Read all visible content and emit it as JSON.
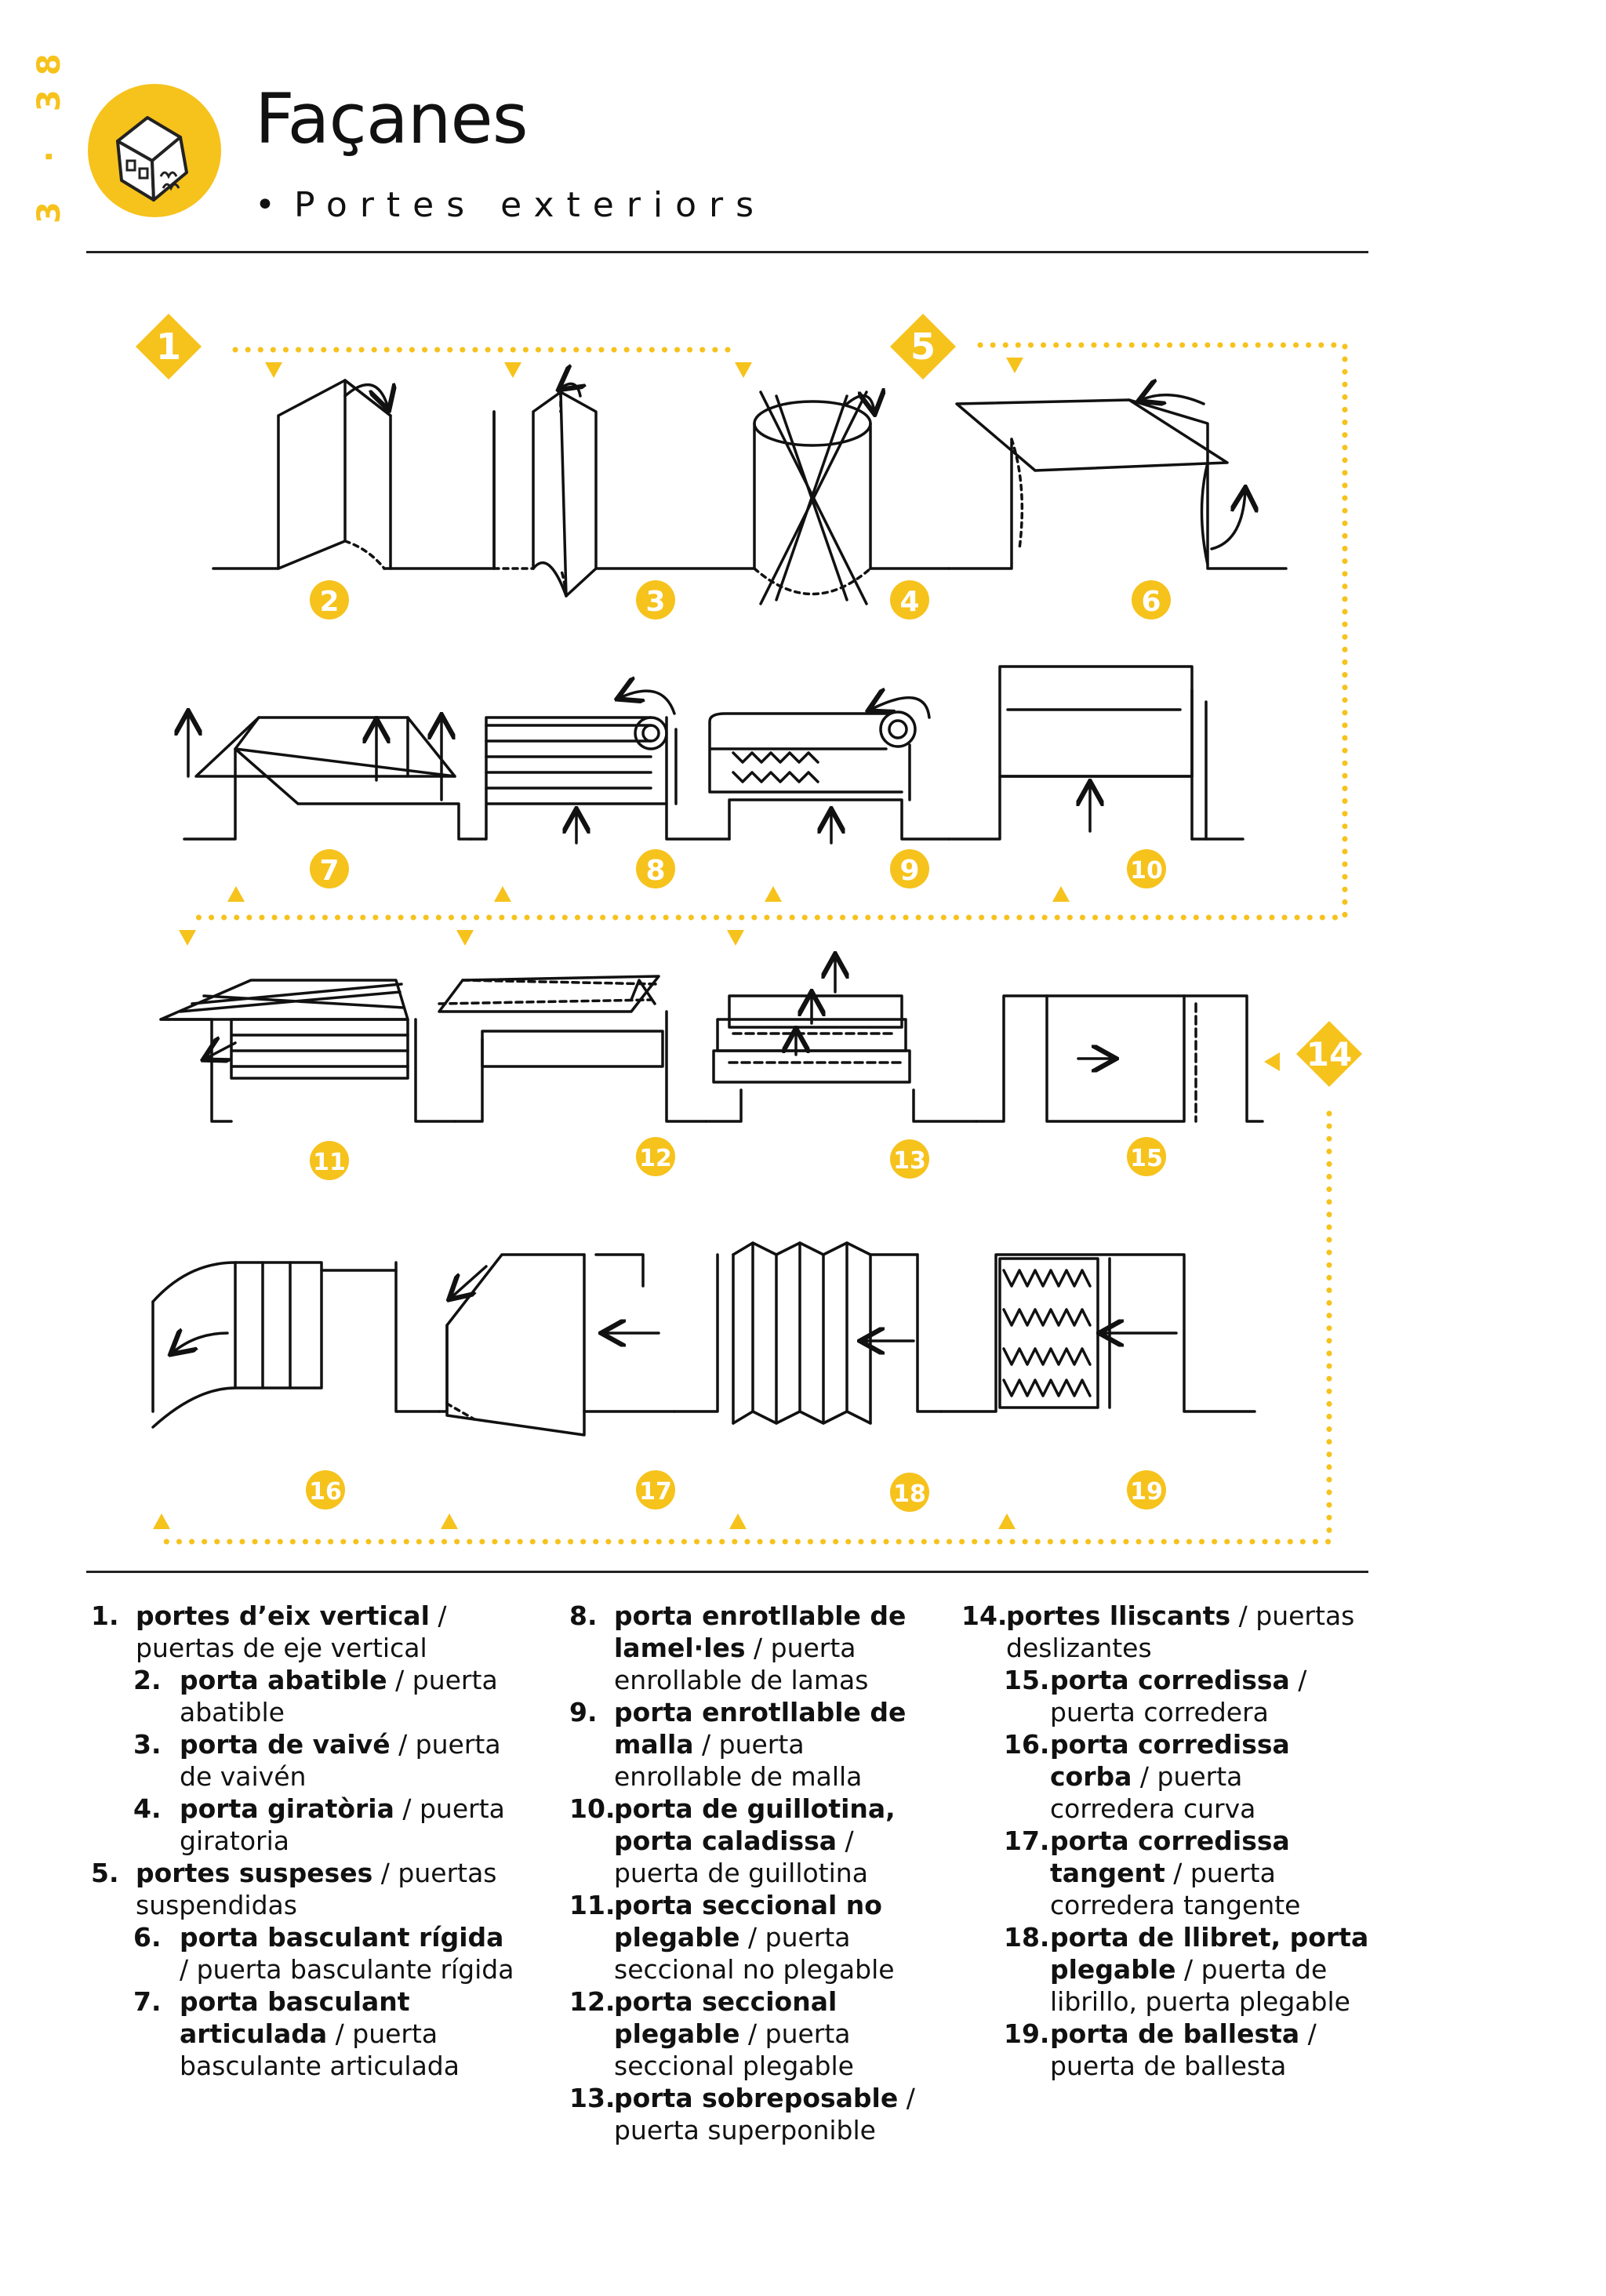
{
  "page": {
    "number": "3 · 38",
    "title": "Façanes",
    "subtitle_bullet": "•",
    "subtitle": "Portes exteriors"
  },
  "colors": {
    "accent": "#f6c21c",
    "ink": "#111111"
  },
  "icons": {
    "header": "house-icon"
  },
  "figure": {
    "group_markers": [
      "1",
      "5",
      "14"
    ],
    "door_numbers": [
      "2",
      "3",
      "4",
      "6",
      "7",
      "8",
      "9",
      "10",
      "11",
      "12",
      "13",
      "15",
      "16",
      "17",
      "18",
      "19"
    ]
  },
  "legend": {
    "columns": [
      [
        {
          "num": "1.",
          "name": "portes d’eix vertical",
          "rest": " / puertas de eje vertical",
          "level": 0
        },
        {
          "num": "2.",
          "name": "porta abatible",
          "rest": " / puerta abatible",
          "level": 1
        },
        {
          "num": "3.",
          "name": "porta de vaivé",
          "rest": " / puerta de vaivén",
          "level": 1
        },
        {
          "num": "4.",
          "name": "porta giratòria",
          "rest": " / puerta giratoria",
          "level": 1
        },
        {
          "num": "5.",
          "name": "portes suspeses",
          "rest": " / puertas suspendidas",
          "level": 0
        },
        {
          "num": "6.",
          "name": "porta basculant rígida",
          "rest": " / puerta basculante rígida",
          "level": 1
        },
        {
          "num": "7.",
          "name": "porta basculant articulada",
          "rest": " / puerta basculante articulada",
          "level": 1
        }
      ],
      [
        {
          "num": "8.",
          "name": "porta enrotllable de lamel·les",
          "rest": " / puerta enrollable de lamas",
          "level": 0
        },
        {
          "num": "9.",
          "name": "porta enrotllable de malla",
          "rest": " / puerta enrollable de malla",
          "level": 0
        },
        {
          "num": "10.",
          "name": "porta de guillotina, porta caladissa",
          "rest": " / puerta de guillotina",
          "level": 0
        },
        {
          "num": "11.",
          "name": "porta seccional no plegable",
          "rest": " / puerta seccional no plegable",
          "level": 0
        },
        {
          "num": "12.",
          "name": "porta seccional plegable",
          "rest": " / puerta seccional plegable",
          "level": 0
        },
        {
          "num": "13.",
          "name": "porta sobreposable",
          "rest": " / puerta superponible",
          "level": 0
        }
      ],
      [
        {
          "num": "14.",
          "name": "portes lliscants",
          "rest": " / puertas deslizantes",
          "level": 0
        },
        {
          "num": "15.",
          "name": "porta corredissa",
          "rest": " / puerta corredera",
          "level": 1
        },
        {
          "num": "16.",
          "name": "porta corredissa corba",
          "rest": " / puerta corredera curva",
          "level": 1
        },
        {
          "num": "17.",
          "name": "porta corredissa tangent",
          "rest": " / puerta corredera tangente",
          "level": 1
        },
        {
          "num": "18.",
          "name": "porta de llibret, porta plegable",
          "rest": " / puerta de librillo, puerta plegable",
          "level": 1
        },
        {
          "num": "19.",
          "name": "porta de ballesta",
          "rest": " / puerta de ballesta",
          "level": 1
        }
      ]
    ]
  }
}
